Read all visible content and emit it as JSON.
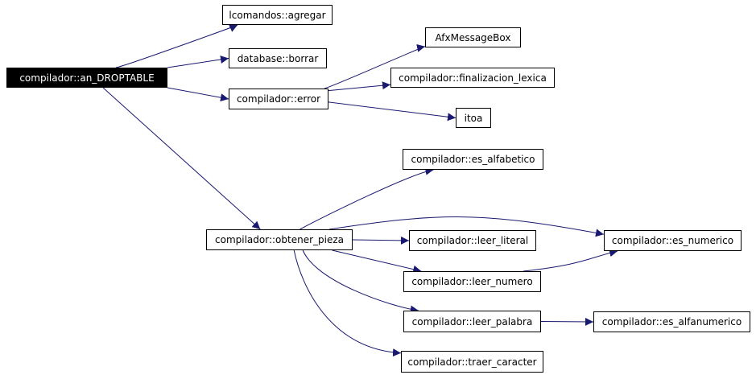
{
  "graph": {
    "colors": {
      "edge": "#191970",
      "root_fill": "#000000",
      "root_text": "#ffffff",
      "node_border": "#000000"
    },
    "nodes": {
      "root": "compilador::an_DROPTABLE",
      "lcomandos_agregar": "lcomandos::agregar",
      "database_borrar": "database::borrar",
      "compilador_error": "compilador::error",
      "afxmessagebox": "AfxMessageBox",
      "finalizacion_lexica": "compilador::finalizacion_lexica",
      "itoa": "itoa",
      "es_alfabetico": "compilador::es_alfabetico",
      "obtener_pieza": "compilador::obtener_pieza",
      "leer_literal": "compilador::leer_literal",
      "es_numerico": "compilador::es_numerico",
      "leer_numero": "compilador::leer_numero",
      "leer_palabra": "compilador::leer_palabra",
      "es_alfanumerico": "compilador::es_alfanumerico",
      "traer_caracter": "compilador::traer_caracter"
    },
    "edges": [
      [
        "root",
        "lcomandos_agregar"
      ],
      [
        "root",
        "database_borrar"
      ],
      [
        "root",
        "compilador_error"
      ],
      [
        "root",
        "obtener_pieza"
      ],
      [
        "compilador_error",
        "afxmessagebox"
      ],
      [
        "compilador_error",
        "finalizacion_lexica"
      ],
      [
        "compilador_error",
        "itoa"
      ],
      [
        "obtener_pieza",
        "es_alfabetico"
      ],
      [
        "obtener_pieza",
        "leer_literal"
      ],
      [
        "obtener_pieza",
        "es_numerico"
      ],
      [
        "obtener_pieza",
        "leer_numero"
      ],
      [
        "obtener_pieza",
        "leer_palabra"
      ],
      [
        "obtener_pieza",
        "traer_caracter"
      ],
      [
        "leer_numero",
        "es_numerico"
      ],
      [
        "leer_palabra",
        "es_alfanumerico"
      ]
    ]
  }
}
